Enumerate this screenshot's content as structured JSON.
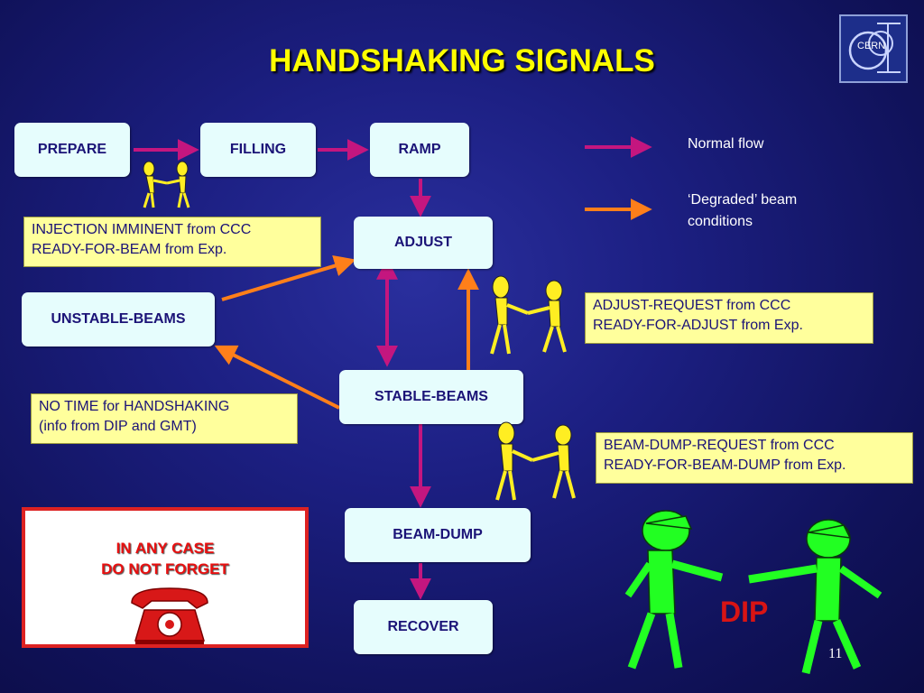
{
  "title": "HANDSHAKING SIGNALS",
  "logo": {
    "text": "CERN"
  },
  "nodes": {
    "prepare": "PREPARE",
    "filling": "FILLING",
    "ramp": "RAMP",
    "adjust": "ADJUST",
    "unstable": "UNSTABLE-BEAMS",
    "stable": "STABLE-BEAMS",
    "beamdump": "BEAM-DUMP",
    "recover": "RECOVER"
  },
  "notes": {
    "injection": [
      "INJECTION IMMINENT from CCC",
      "READY-FOR-BEAM from Exp."
    ],
    "adjust": [
      "ADJUST-REQUEST from CCC",
      "READY-FOR-ADJUST from Exp."
    ],
    "notime": [
      "NO TIME for HANDSHAKING",
      "(info from DIP and GMT)"
    ],
    "beamdump": [
      "BEAM-DUMP-REQUEST from CCC",
      "READY-FOR-BEAM-DUMP from Exp."
    ]
  },
  "legend": {
    "normal": "Normal flow",
    "degraded_line1": "‘Degraded’ beam",
    "degraded_line2": "conditions"
  },
  "colors": {
    "normal_flow": "#c4167f",
    "degraded_flow": "#ff7f1a",
    "title": "#ffff00",
    "node_fill": "#e6fdfd",
    "note_fill": "#ffff9c",
    "warning": "#e81010",
    "dip_figures": "#22ff22"
  },
  "reminder": {
    "line1": "IN ANY CASE",
    "line2": "DO NOT FORGET",
    "icon": "telephone-icon"
  },
  "dip": {
    "label": "DIP",
    "icon": "handshake-figures-icon"
  },
  "page_number": "11"
}
